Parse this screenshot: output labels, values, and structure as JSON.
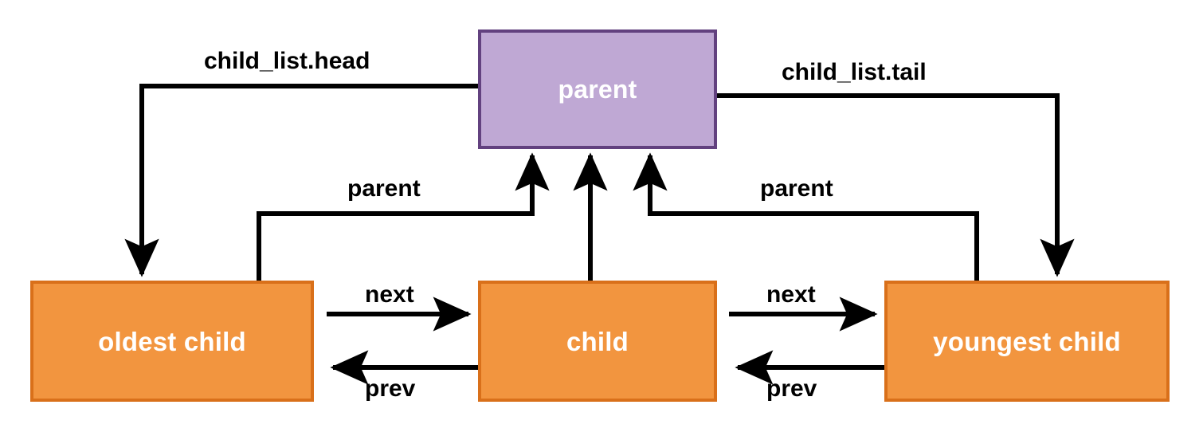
{
  "diagram": {
    "title": "parent/child doubly-linked list pointer diagram",
    "background_color": "#ffffff",
    "nodes": [
      {
        "id": "parent",
        "label": "parent",
        "fill": "#bfa8d4",
        "border": "#62417f",
        "text_color": "#ffffff"
      },
      {
        "id": "oldest",
        "label": "oldest child",
        "fill": "#f2953f",
        "border": "#d9701a",
        "text_color": "#ffffff"
      },
      {
        "id": "middle",
        "label": "child",
        "fill": "#f2953f",
        "border": "#d9701a",
        "text_color": "#ffffff"
      },
      {
        "id": "youngest",
        "label": "youngest child",
        "fill": "#f2953f",
        "border": "#d9701a",
        "text_color": "#ffffff"
      }
    ],
    "edges": [
      {
        "id": "child_list_head",
        "label": "child_list.head",
        "from": "parent",
        "to": "oldest",
        "color": "#000000"
      },
      {
        "id": "child_list_tail",
        "label": "child_list.tail",
        "from": "parent",
        "to": "youngest",
        "color": "#000000"
      },
      {
        "id": "parent_left",
        "label": "parent",
        "from": "oldest",
        "to": "parent",
        "color": "#000000"
      },
      {
        "id": "parent_middle",
        "label": "",
        "from": "middle",
        "to": "parent",
        "color": "#000000"
      },
      {
        "id": "parent_right",
        "label": "parent",
        "from": "youngest",
        "to": "parent",
        "color": "#000000"
      },
      {
        "id": "next_1",
        "label": "next",
        "from": "oldest",
        "to": "middle",
        "color": "#000000"
      },
      {
        "id": "prev_1",
        "label": "prev",
        "from": "middle",
        "to": "oldest",
        "color": "#000000"
      },
      {
        "id": "next_2",
        "label": "next",
        "from": "middle",
        "to": "youngest",
        "color": "#000000"
      },
      {
        "id": "prev_2",
        "label": "prev",
        "from": "youngest",
        "to": "middle",
        "color": "#000000"
      }
    ]
  }
}
